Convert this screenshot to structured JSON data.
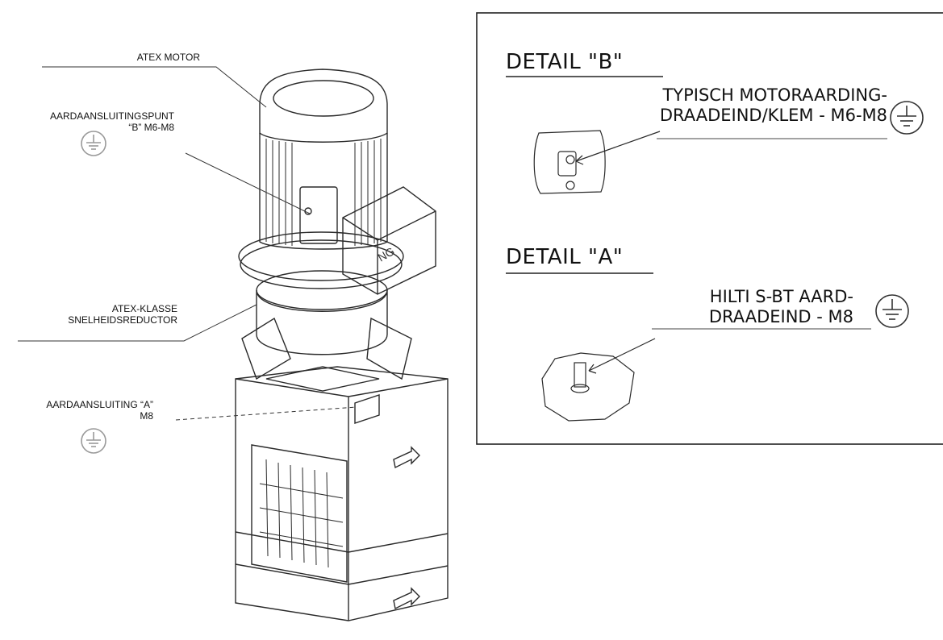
{
  "callouts": {
    "atex_motor": "ATEX MOTOR",
    "ground_b_line1": "AARDAANSLUITINGSPUNT",
    "ground_b_line2": "“B” M6-M8",
    "reducer_line1": "ATEX-KLASSE",
    "reducer_line2": "SNELHEIDSREDUCTOR",
    "ground_a_line1": "AARDAANSLUITING “A”",
    "ground_a_line2": "M8"
  },
  "detail_b": {
    "title": "DETAIL \"B\"",
    "text_line1": "TYPISCH MOTORAARDING-",
    "text_line2": "DRAADEIND/KLEM - M6-M8"
  },
  "detail_a": {
    "title": "DETAIL \"A\"",
    "text_line1": "HILTI S-BT AARD-",
    "text_line2": "DRAADEIND - M8"
  },
  "motor_box_marking": "NG",
  "icons": [
    "ground-symbol-icon"
  ]
}
